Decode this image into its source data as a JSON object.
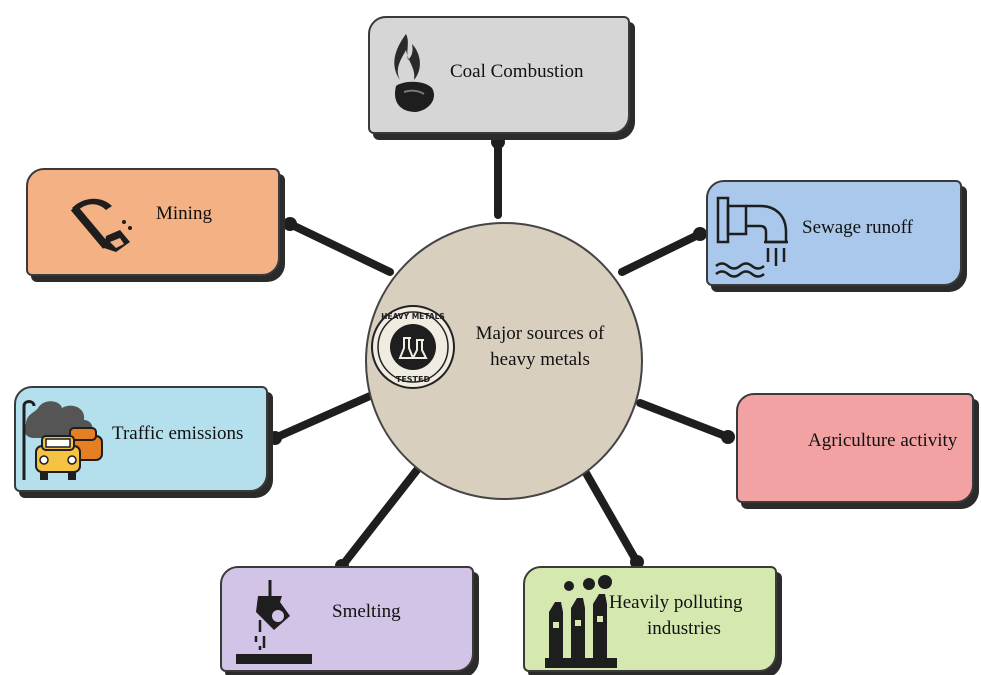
{
  "center": {
    "title_line1": "Major sources of",
    "title_line2": "heavy metals",
    "badge_top": "HEAVY METALS",
    "badge_bottom": "TESTED"
  },
  "sources": {
    "coal": {
      "label": "Coal Combustion",
      "icon": "flame-coal-icon",
      "color": "#d6d6d6"
    },
    "mining": {
      "label": "Mining",
      "icon": "pickaxe-icon",
      "color": "#f4b183"
    },
    "sewage": {
      "label": "Sewage runoff",
      "icon": "pipes-icon",
      "color": "#a9c8ec"
    },
    "traffic": {
      "label": "Traffic emissions",
      "icon": "cars-smoke-icon",
      "color": "#b4e0ee"
    },
    "agriculture": {
      "label": "Agriculture activity",
      "icon": "none",
      "color": "#f2a2a2"
    },
    "smelting": {
      "label": "Smelting",
      "icon": "ladle-pour-icon",
      "color": "#d2c4e6"
    },
    "industries": {
      "label_line1": "Heavily polluting",
      "label_line2": "industries",
      "icon": "factory-icon",
      "color": "#d5e8b0"
    }
  },
  "colors": {
    "connector": "#1e1e1e",
    "circle_fill": "#d8cfbe",
    "border": "#3a3a3a"
  }
}
